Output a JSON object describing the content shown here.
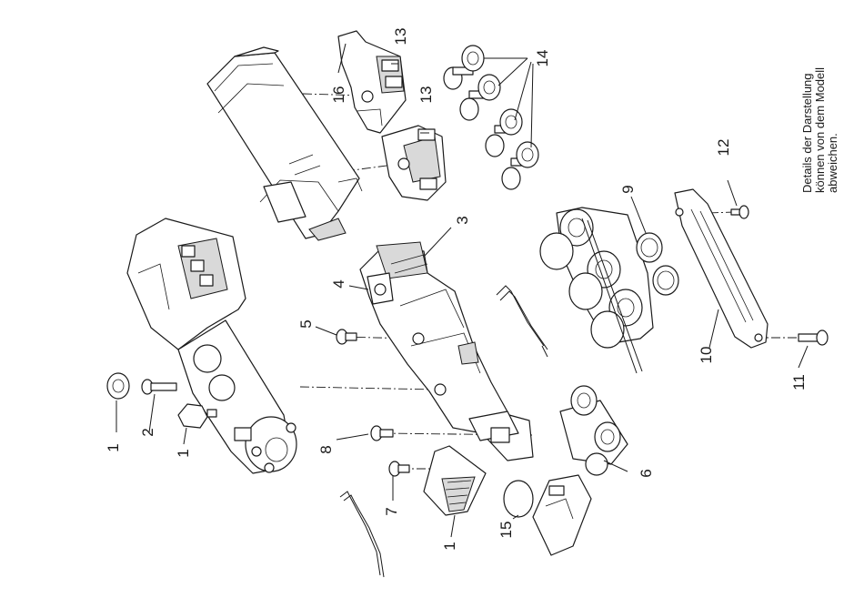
{
  "diagram": {
    "note_lines": [
      "Details der Darstellung",
      "können von dem Modell",
      "abweichen."
    ],
    "callouts": {
      "c1a": "1",
      "c1b": "1",
      "c1c": "1",
      "c2": "2",
      "c3": "3",
      "c4": "4",
      "c5": "5",
      "c6": "6",
      "c7": "7",
      "c8": "8",
      "c9": "9",
      "c10": "10",
      "c11": "11",
      "c12": "12",
      "c13a": "13",
      "c13b": "13",
      "c14": "14",
      "c15": "15",
      "c16": "16"
    }
  }
}
